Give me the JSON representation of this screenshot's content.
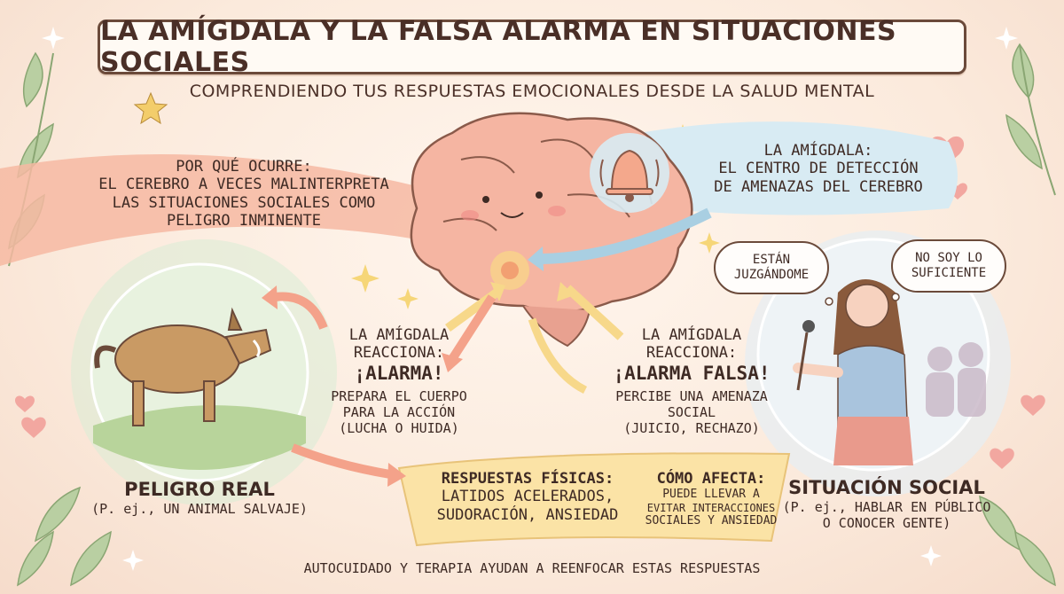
{
  "header": {
    "title": "LA AMÍGDALA Y LA FALSA ALARMA EN SITUACIONES SOCIALES",
    "subtitle": "COMPRENDIENDO TUS RESPUESTAS EMOCIONALES DESDE LA SALUD MENTAL"
  },
  "why": {
    "heading": "POR QUÉ OCURRE:",
    "body": [
      "EL CEREBRO A VECES MALINTERPRETA",
      "LAS SITUACIONES SOCIALES COMO",
      "PELIGRO INMINENTE"
    ]
  },
  "amygdala_info": {
    "heading": "LA AMÍGDALA:",
    "body": [
      "EL CENTRO DE DETECCIÓN",
      "DE AMENAZAS DEL CEREBRO"
    ]
  },
  "real_danger": {
    "title": "PELIGRO REAL",
    "example": "(P. ej., UN ANIMAL SALVAJE)"
  },
  "left_reaction": {
    "line1": "LA AMÍGDALA",
    "line2": "REACCIONA:",
    "alarm": "¡ALARMA!",
    "body": [
      "PREPARA EL CUERPO",
      "PARA LA ACCIÓN",
      "(LUCHA O HUIDA)"
    ]
  },
  "right_reaction": {
    "line1": "LA AMÍGDALA",
    "line2": "REACCIONA:",
    "alarm": "¡ALARMA FALSA!",
    "body": [
      "PERCIBE UNA AMENAZA",
      "SOCIAL",
      "(JUICIO, RECHAZO)"
    ]
  },
  "thoughts": {
    "left": [
      "ESTÁN",
      "JUZGÁNDOME"
    ],
    "right": [
      "NO SOY LO",
      "SUFICIENTE"
    ]
  },
  "social_situation": {
    "title": "SITUACIÓN SOCIAL",
    "example": [
      "(P. ej., HABLAR EN PÚBLICO",
      "O CONOCER GENTE)"
    ]
  },
  "physical": {
    "heading": "RESPUESTAS FÍSICAS:",
    "body": [
      "LATIDOS ACELERADOS,",
      "SUDORACIÓN, ANSIEDAD"
    ]
  },
  "effect": {
    "heading": "CÓMO AFECTA:",
    "body": [
      "PUEDE LLEVAR A",
      "EVITAR INTERACCIONES",
      "SOCIALES Y ANSIEDAD"
    ]
  },
  "footer": "AUTOCUIDADO Y TERAPIA AYUDAN A REENFOCAR ESTAS RESPUESTAS",
  "colors": {
    "ink": "#3e2a24",
    "ribbon_pink": "#f6b9a2",
    "ribbon_yellow": "#fbe3a6",
    "alarm_blue": "#d8ebf3",
    "arrow_coral": "#f4a28a",
    "arrow_yellow": "#f7d88a",
    "arrow_blue": "#a9cfe2"
  }
}
